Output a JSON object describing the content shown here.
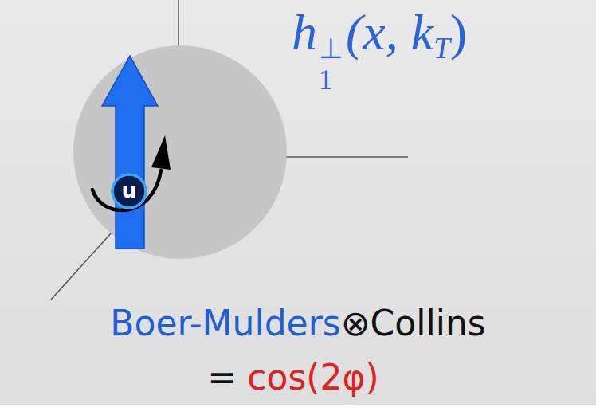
{
  "diagram": {
    "nodes": [
      {
        "text": [
          "u"
        ]
      }
    ],
    "labels": [
      "h",
      "⊥",
      "1",
      "(x, k",
      "T",
      ")",
      "Boer-Mulders",
      "⊗Collins",
      "=",
      "cos(2φ)"
    ]
  }
}
